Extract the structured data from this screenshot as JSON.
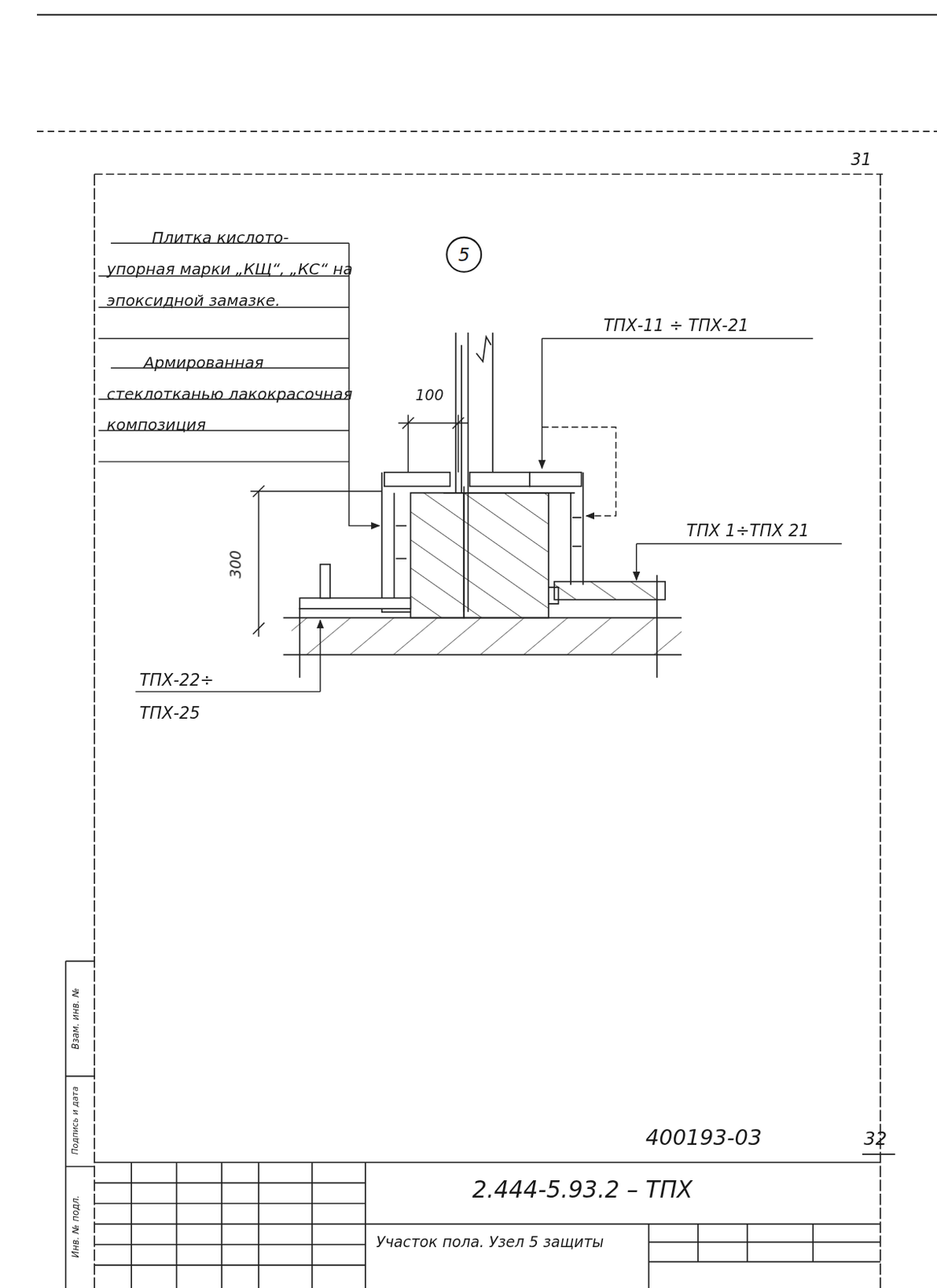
{
  "diagram": {
    "nodes": [
      {
        "text": [
          "5"
        ]
      }
    ],
    "labels": [
      "31",
      "Плитка кислото- упорная марки „КЩ“, „КС“ на эпоксидной замазке.",
      "Армированная стеклотканью лакокрасочная композиция",
      "ТПХ-11 ÷ ТПХ-21",
      "100",
      "ТПХ 1÷ТПХ 21",
      "300",
      "ТПХ-22÷ ТПХ-25",
      "400193-03",
      "32",
      "2.444-5.93.2 – ТПХ",
      "Участок пола. Узел 5 защиты",
      "Инв. № подл.",
      "Подпись и дата",
      "Взам. инв. №"
    ]
  }
}
